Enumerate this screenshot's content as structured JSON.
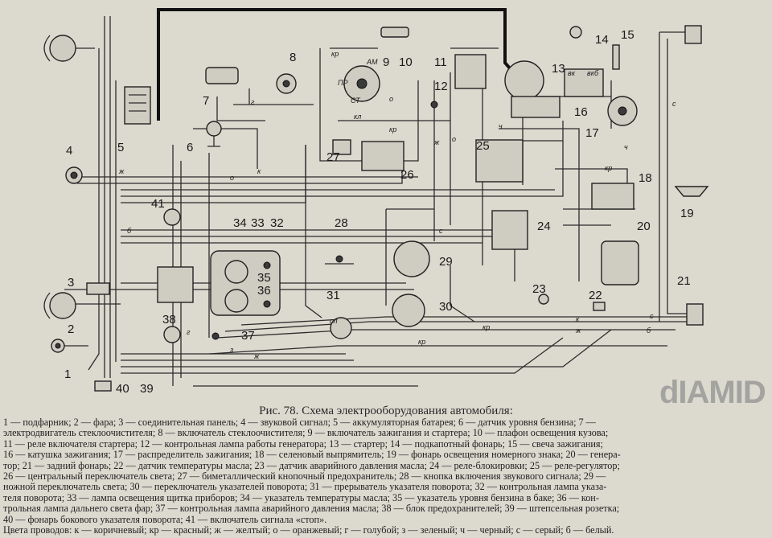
{
  "caption": "Рис. 78. Схема электрооборудования автомобиля:",
  "watermark": "dIAMID",
  "legend_lines": [
    "1 — подфарник;  2 — фара;  3 — соединительная панель;  4 — звуковой сигнал;  5 — аккумуляторная батарея;  6 — датчик уровня бензина;  7 —",
    "электродвигатель стеклоочистителя;  8 — включатель стеклоочистителя;  9 — включатель зажигания и стартера;  10 — плафон освещения кузова;",
    "11 — реле включателя стартера;  12 — контрольная лампа работы генератора;  13 — стартер;  14 — подкапотный фонарь;  15 — свеча зажигания;",
    "16 — катушка зажигания;  17 — распределитель зажигания;  18 — селеновый выпрямитель;  19 — фонарь освещения номерного знака;  20 — генера-",
    "тор;  21 — задний фонарь;  22 — датчик температуры масла;  23 — датчик аварийного давления масла;  24 — реле-блокировки;  25 — реле-регулятор;",
    "26 — центральный переключатель света;  27 — биметаллический кнопочный предохранитель;  28 — кнопка включения звукового сигнала;  29 —",
    "ножной переключатель света;  30 — переключатель указателей поворота;  31 — прерыватель указателя поворота;  32 — контрольная лампа указа-",
    "теля поворота;  33 — лампа освещения щитка приборов;  34 — указатель температуры масла;  35 — указатель уровня бензина в баке;  36 — кон-",
    "трольная лампа дальнего света фар;  37 — контрольная лампа аварийного давления масла;  38 — блок предохранителей;  39 — штепсельная розетка;",
    "40 — фонарь бокового указателя поворота;  41 — включатель сигнала «стоп».",
    "Цвета проводов:  к — коричневый;  кр — красный;  ж — желтый;  о — оранжевый;  г — голубой;  з — зеленый;  ч — черный;  с — серый;  б — белый."
  ],
  "numbers": {
    "n1": "1",
    "n2": "2",
    "n3": "3",
    "n4": "4",
    "n5": "5",
    "n6": "6",
    "n7": "7",
    "n8": "8",
    "n9": "9",
    "n10": "10",
    "n11": "11",
    "n12": "12",
    "n13": "13",
    "n14": "14",
    "n15": "15",
    "n16": "16",
    "n17": "17",
    "n18": "18",
    "n19": "19",
    "n20": "20",
    "n21": "21",
    "n22": "22",
    "n23": "23",
    "n24": "24",
    "n25": "25",
    "n26": "26",
    "n27": "27",
    "n28": "28",
    "n29": "29",
    "n30": "30",
    "n31": "31",
    "n32": "32",
    "n33": "33",
    "n34": "34",
    "n35": "35",
    "n36": "36",
    "n37": "37",
    "n38": "38",
    "n39": "39",
    "n40": "40",
    "n41": "41"
  },
  "wire_marks": {
    "kr": "кр",
    "k": "к",
    "zh": "ж",
    "o": "о",
    "g": "г",
    "z": "з",
    "ch": "ч",
    "s": "с",
    "b": "б",
    "am": "АМ",
    "pr": "ПР",
    "st": "СТ",
    "kl": "кл",
    "sl": "сл",
    "vk": "вк",
    "vkb": "вкб"
  }
}
